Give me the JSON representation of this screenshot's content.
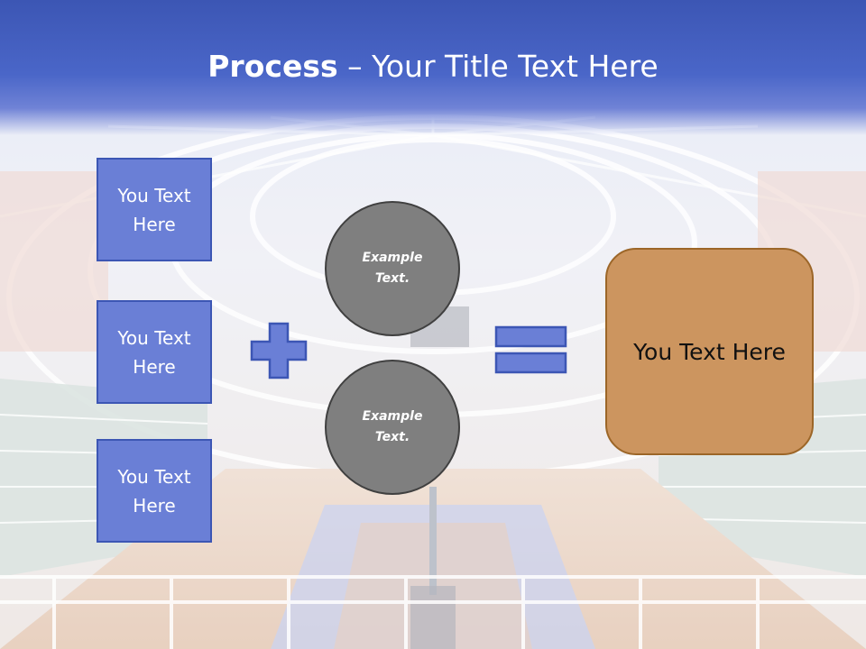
{
  "title": {
    "bold": "Process",
    "rest": " – Your Title Text Here"
  },
  "left_boxes": [
    {
      "label": "You Text Here"
    },
    {
      "label": "You Text Here"
    },
    {
      "label": "You Text Here"
    }
  ],
  "circles": [
    {
      "label": "Example Text."
    },
    {
      "label": "Example Text."
    }
  ],
  "operators": {
    "plus": "plus-icon",
    "equals": "equals-icon"
  },
  "result": {
    "label": "You Text Here"
  },
  "colors": {
    "header": "#3c56b4",
    "box_fill": "#6a7fd6",
    "circle_fill": "#7f7f7f",
    "result_fill": "#cc955f",
    "result_border": "#9c6628"
  }
}
